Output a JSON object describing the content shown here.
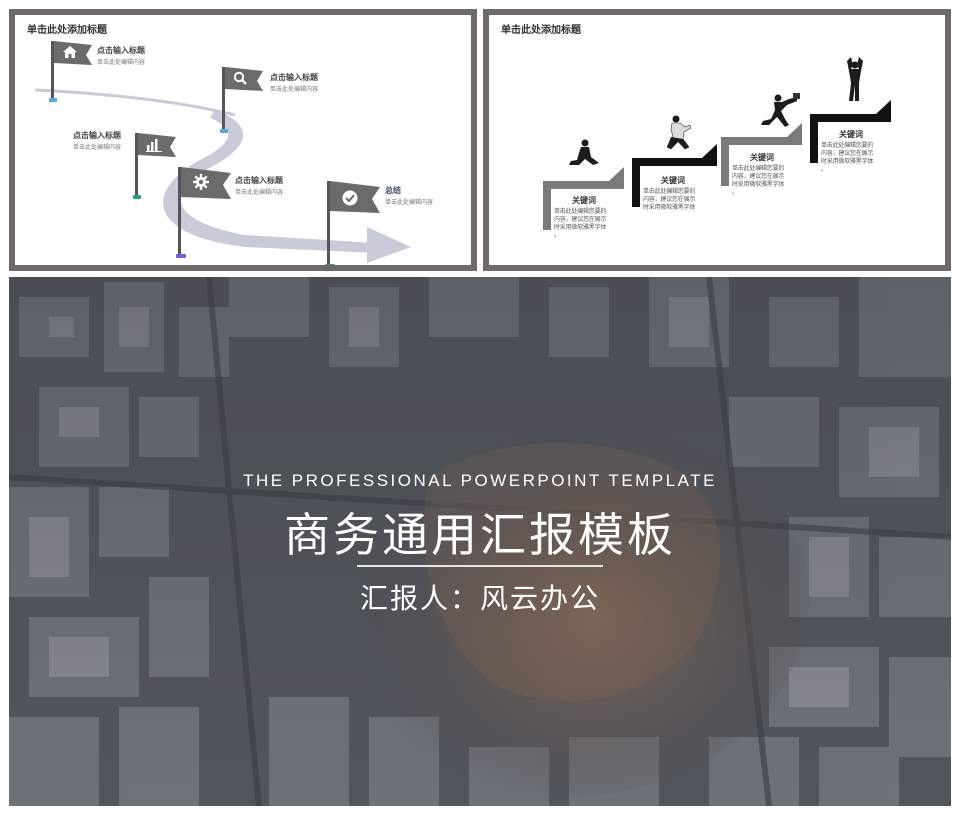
{
  "slide1": {
    "title": "单击此处添加标题",
    "flags": [
      {
        "icon": "home-icon",
        "title": "点击输入标题",
        "sub": "单击此处编辑内容"
      },
      {
        "icon": "search-icon",
        "title": "点击输入标题",
        "sub": "单击此处编辑内容"
      },
      {
        "icon": "bar-chart-icon",
        "title": "点击输入标题",
        "sub": "单击此处编辑内容"
      },
      {
        "icon": "gear-icon",
        "title": "点击输入标题",
        "sub": "单击此处编辑内容"
      },
      {
        "icon": "check-icon",
        "title": "总结",
        "sub": "单击此处编辑内容"
      }
    ]
  },
  "slide2": {
    "title": "单击此处添加标题",
    "steps": [
      {
        "keyword": "关键词",
        "desc": "单击此处编辑您要的\n内容，建议您在展示\n时采用微软雅黑字体\n。"
      },
      {
        "keyword": "关键词",
        "desc": "单击此处编辑您要的\n内容，建议您在展示\n时采用微软雅黑字体"
      },
      {
        "keyword": "关键词",
        "desc": "单击此处编辑您要的\n内容，建议您在展示\n时采用微软雅黑字体\n。"
      },
      {
        "keyword": "关键词",
        "desc": "单击此处编辑您要的\n内容，建议您在展示\n时采用微软雅黑字体\n。"
      }
    ]
  },
  "hero": {
    "english": "THE PROFESSIONAL POWERPOINT TEMPLATE",
    "title": "商务通用汇报模板",
    "subtitle": "汇报人：风云办公"
  },
  "colors": {
    "frame": "#6e6a6a",
    "flag": "#6b6b6b",
    "arrow": "#c9ccd8",
    "step_dark": "#111111",
    "step_gray": "#7a7a7a"
  }
}
